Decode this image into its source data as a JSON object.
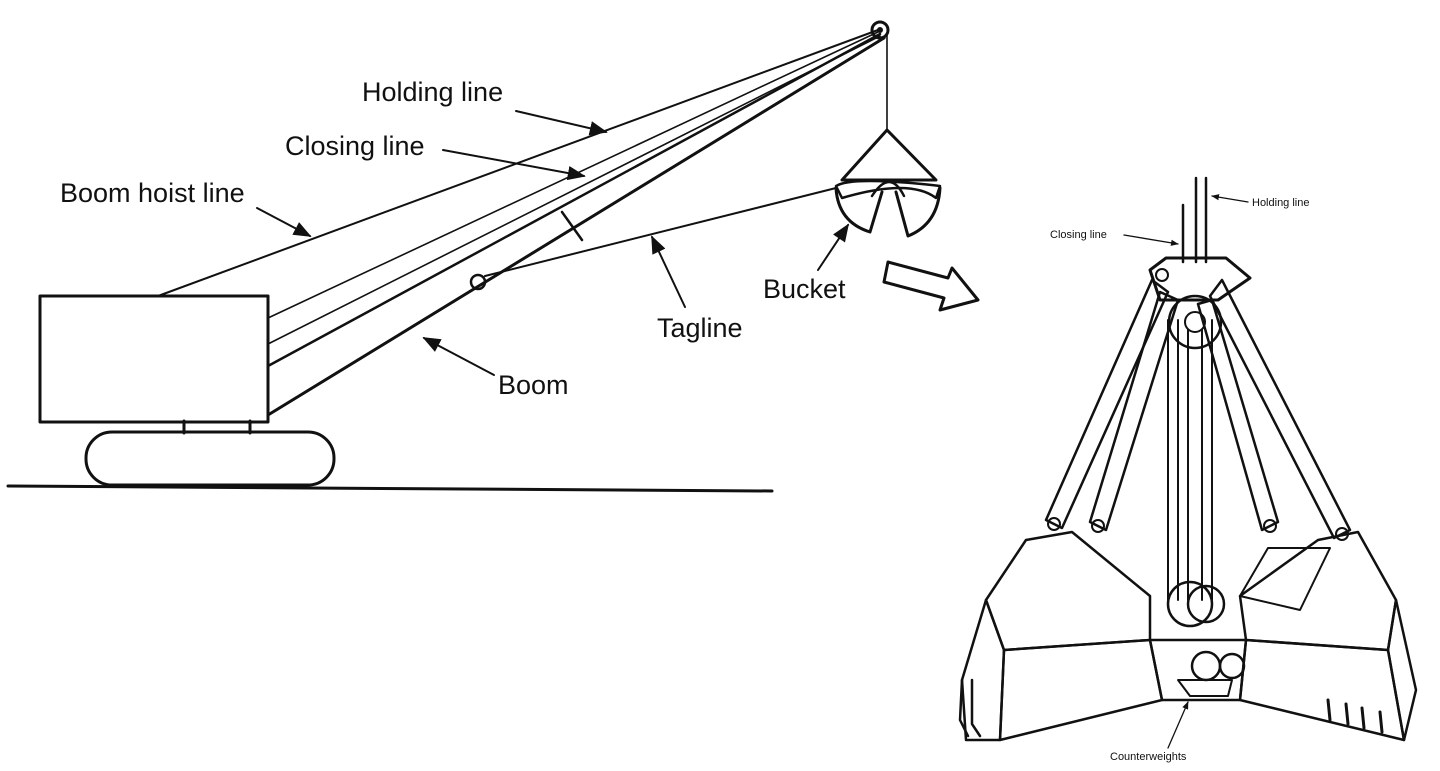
{
  "crane_labels": {
    "holding_line": "Holding line",
    "closing_line": "Closing line",
    "boom_hoist_line": "Boom hoist line",
    "bucket": "Bucket",
    "tagline": "Tagline",
    "boom": "Boom"
  },
  "bucket_detail_labels": {
    "holding_line": "Holding line",
    "closing_line": "Closing line",
    "counterweights": "Counterweights"
  },
  "colors": {
    "ink": "#111111",
    "background": "#ffffff",
    "shade": "#d9d9d9"
  }
}
